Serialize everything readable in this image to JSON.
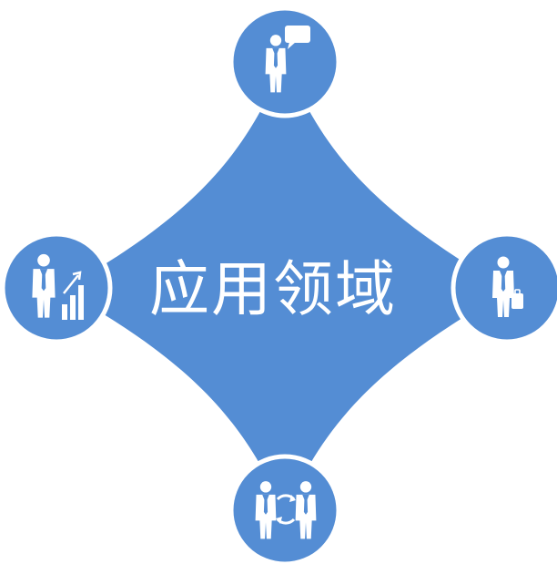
{
  "diagram": {
    "center_text": "应用领域",
    "nodes": [
      {
        "position": "top",
        "icon": "businessman-speech-bubble-icon"
      },
      {
        "position": "left",
        "icon": "businessman-growth-chart-icon"
      },
      {
        "position": "right",
        "icon": "businessman-briefcase-icon"
      },
      {
        "position": "bottom",
        "icon": "businessmen-exchange-icon"
      }
    ]
  },
  "colors": {
    "fill": "#548dd4",
    "ring": "#ffffff",
    "text": "#ffffff",
    "background": "#ffffff"
  }
}
